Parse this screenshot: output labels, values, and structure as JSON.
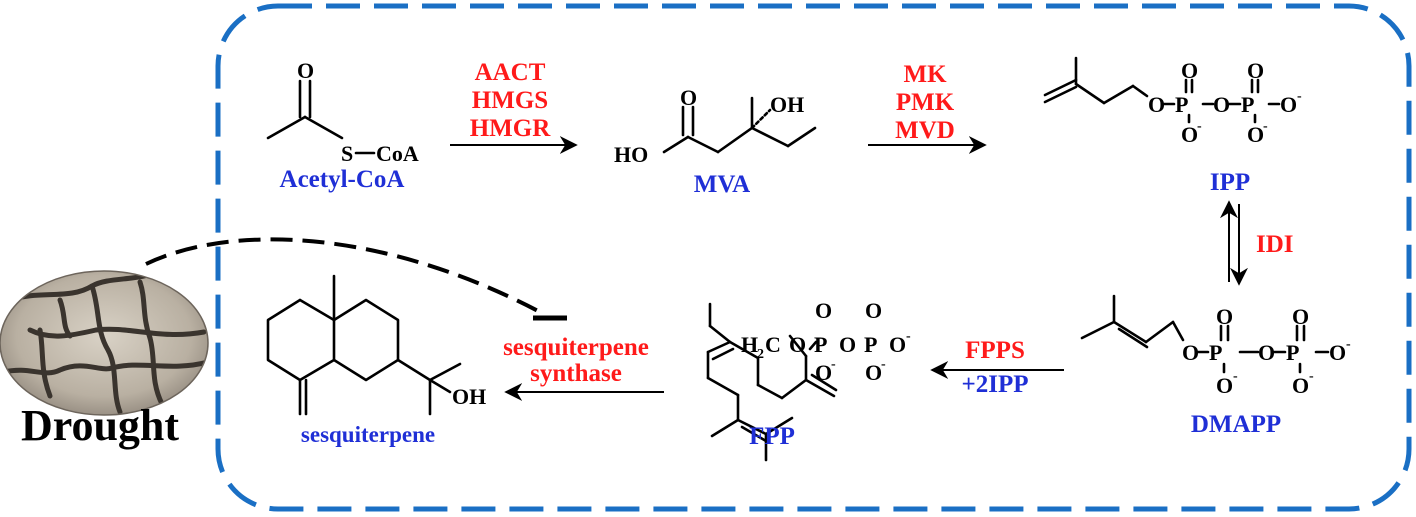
{
  "colors": {
    "frame": "#1a6fc4",
    "compound_label": "#1f2fd6",
    "enzyme_label": "#ff1a1a",
    "cofactor_label": "#1f2fd6",
    "structure": "#000000",
    "inhibition": "#000000"
  },
  "compounds": {
    "acetyl_coa": "Acetyl-CoA",
    "mva": "MVA",
    "ipp": "IPP",
    "dmapp": "DMAPP",
    "fpp": "FPP",
    "sesquiterpene": "sesquiterpene"
  },
  "enzymes": {
    "step1": [
      "AACT",
      "HMGS",
      "HMGR"
    ],
    "step2": [
      "MK",
      "PMK",
      "MVD"
    ],
    "isomerase": "IDI",
    "fpps": "FPPS",
    "fpps_cofactor": "+2IPP",
    "terpene_synthase": [
      "sesquiterpene",
      "synthase"
    ]
  },
  "stress": {
    "label": "Drought",
    "effect": "inhibition",
    "image_icon": "cracked-earth-photo"
  },
  "atoms": {
    "o": "O",
    "p": "P",
    "s": "S",
    "coa": "CoA",
    "oh": "OH",
    "ho": "HO",
    "h2c": "H",
    "h2c_sub": "2",
    "h2c_c": "C",
    "minus": "-"
  }
}
